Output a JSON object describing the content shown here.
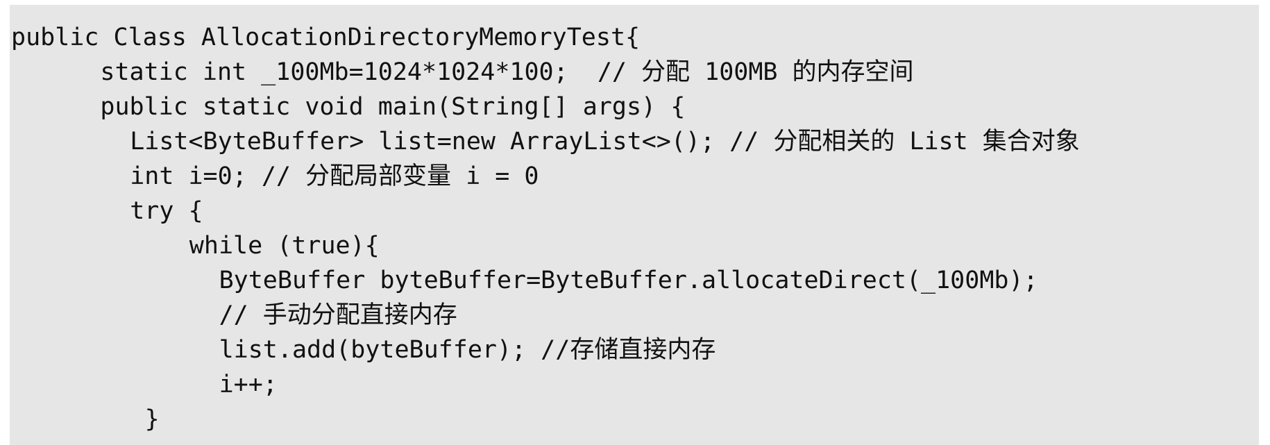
{
  "code": {
    "lines": [
      {
        "indent": 0,
        "text": "public Class AllocationDirectoryMemoryTest{"
      },
      {
        "indent": 6,
        "text": "static int _100Mb=1024*1024*100;  // 分配 100MB 的内存空间"
      },
      {
        "indent": 6,
        "text": "public static void main(String[] args) {"
      },
      {
        "indent": 8,
        "text": "List<ByteBuffer> list=new ArrayList<>(); // 分配相关的 List 集合对象"
      },
      {
        "indent": 8,
        "text": "int i=0; // 分配局部变量 i = 0"
      },
      {
        "indent": 8,
        "text": "try {"
      },
      {
        "indent": 12,
        "text": "while (true){"
      },
      {
        "indent": 14,
        "text": "ByteBuffer byteBuffer=ByteBuffer.allocateDirect(_100Mb);"
      },
      {
        "indent": 14,
        "text": "// 手动分配直接内存"
      },
      {
        "indent": 14,
        "text": "list.add(byteBuffer); //存储直接内存"
      },
      {
        "indent": 14,
        "text": "i++;"
      },
      {
        "indent": 9,
        "text": "}"
      }
    ]
  }
}
